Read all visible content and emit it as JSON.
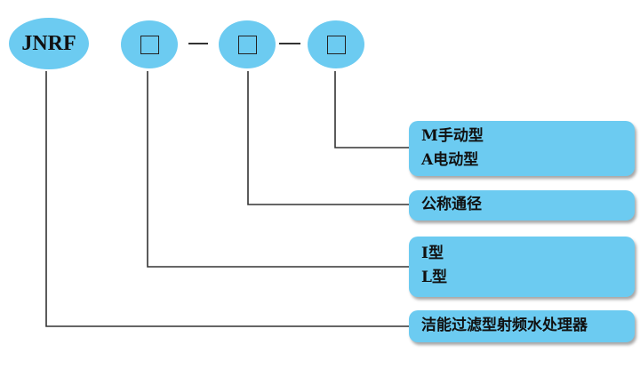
{
  "code": {
    "prefix": "JNRF",
    "slots": [
      "□",
      "□",
      "□"
    ],
    "separators": [
      "—",
      "—"
    ]
  },
  "legend": [
    {
      "lines": [
        "M手动型",
        "A电动型"
      ]
    },
    {
      "lines": [
        "公称通径"
      ]
    },
    {
      "lines": [
        "I型",
        "L型"
      ]
    },
    {
      "lines": [
        "洁能过滤型射频水处理器"
      ]
    }
  ],
  "colors": {
    "fill": "#6ccbf1",
    "line": "#333333"
  }
}
